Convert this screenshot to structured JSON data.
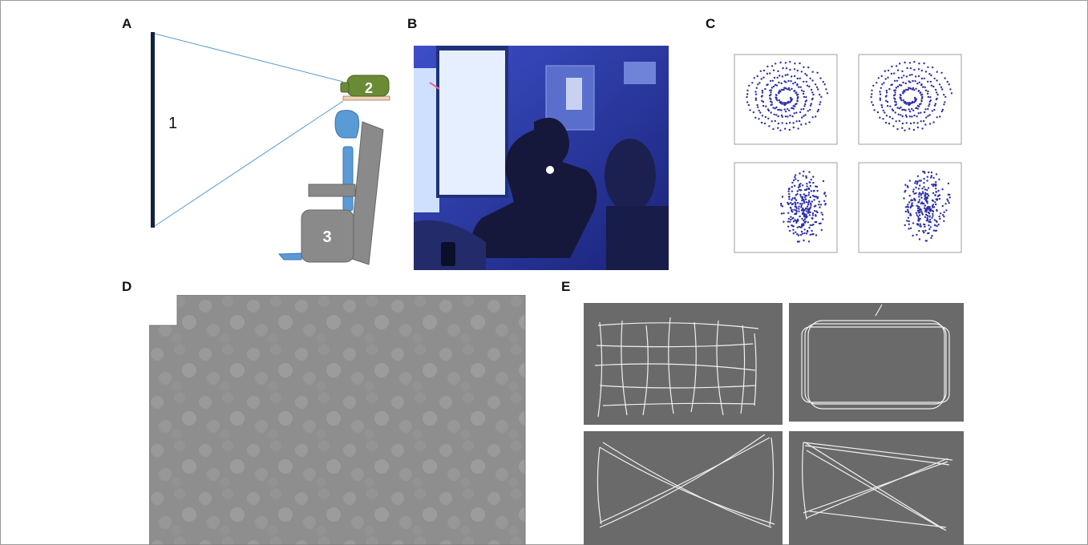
{
  "figure": {
    "panel_labels": {
      "a": "A",
      "b": "B",
      "c": "C",
      "d": "D",
      "e": "E"
    },
    "panel_a": {
      "marker_screen": "1",
      "marker_tracker": "2",
      "marker_chair": "3"
    },
    "colors": {
      "screen": "#14233c",
      "projection_line": "#5b9bd5",
      "person": "#5b9bd5",
      "tracker": "#6b8a36",
      "chair": "#8a8a8a",
      "plot_dots": "#2b2fa8",
      "trace_bg": "#6a6a6a",
      "trace_line": "#f2f2f2",
      "texture_bg": "#8c8c8c"
    }
  }
}
